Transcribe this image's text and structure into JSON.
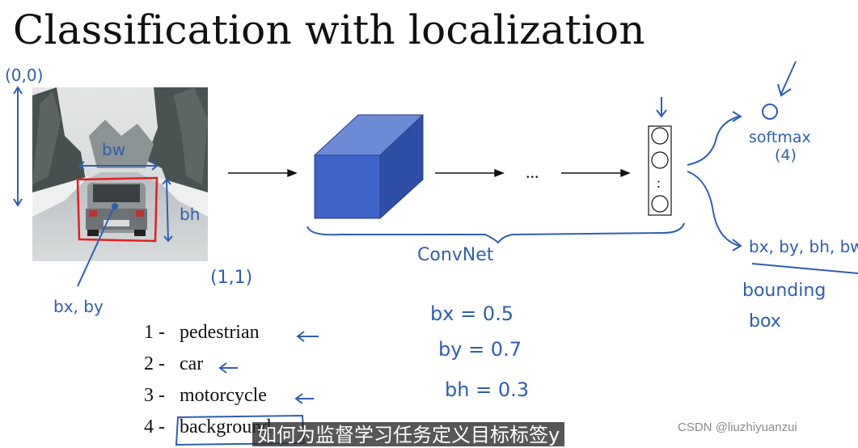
{
  "title": "Classification with localization",
  "photo": {
    "description_icon": "snowy-road-car-photo"
  },
  "annotations": {
    "origin": "(0,0)",
    "corner": "(1,1)",
    "bw": "bw",
    "bh": "bh",
    "bxby": "bx, by",
    "convnet": "ConvNet",
    "ellipsis": "...",
    "neuron_dots": ":",
    "softmax": "softmax",
    "softmax_count": "(4)",
    "bbox_vars": "bx, by, bh, bw",
    "bounding": "bounding",
    "box": "box",
    "bx_val": "bx = 0.5",
    "by_val": "by = 0.7",
    "bh_val": "bh = 0.3"
  },
  "classes": [
    {
      "num": "1 -",
      "label": "pedestrian"
    },
    {
      "num": "2 -",
      "label": "car"
    },
    {
      "num": "3 -",
      "label": "motorcycle"
    },
    {
      "num": "4 -",
      "label": "background"
    }
  ],
  "subtitle": "如何为监督学习任务定义目标标签y",
  "watermark": "CSDN @liuzhiyuanzui",
  "colors": {
    "ink": "#2f5fb0",
    "cube_front": "#3f63c6",
    "box_red": "#e02020"
  }
}
